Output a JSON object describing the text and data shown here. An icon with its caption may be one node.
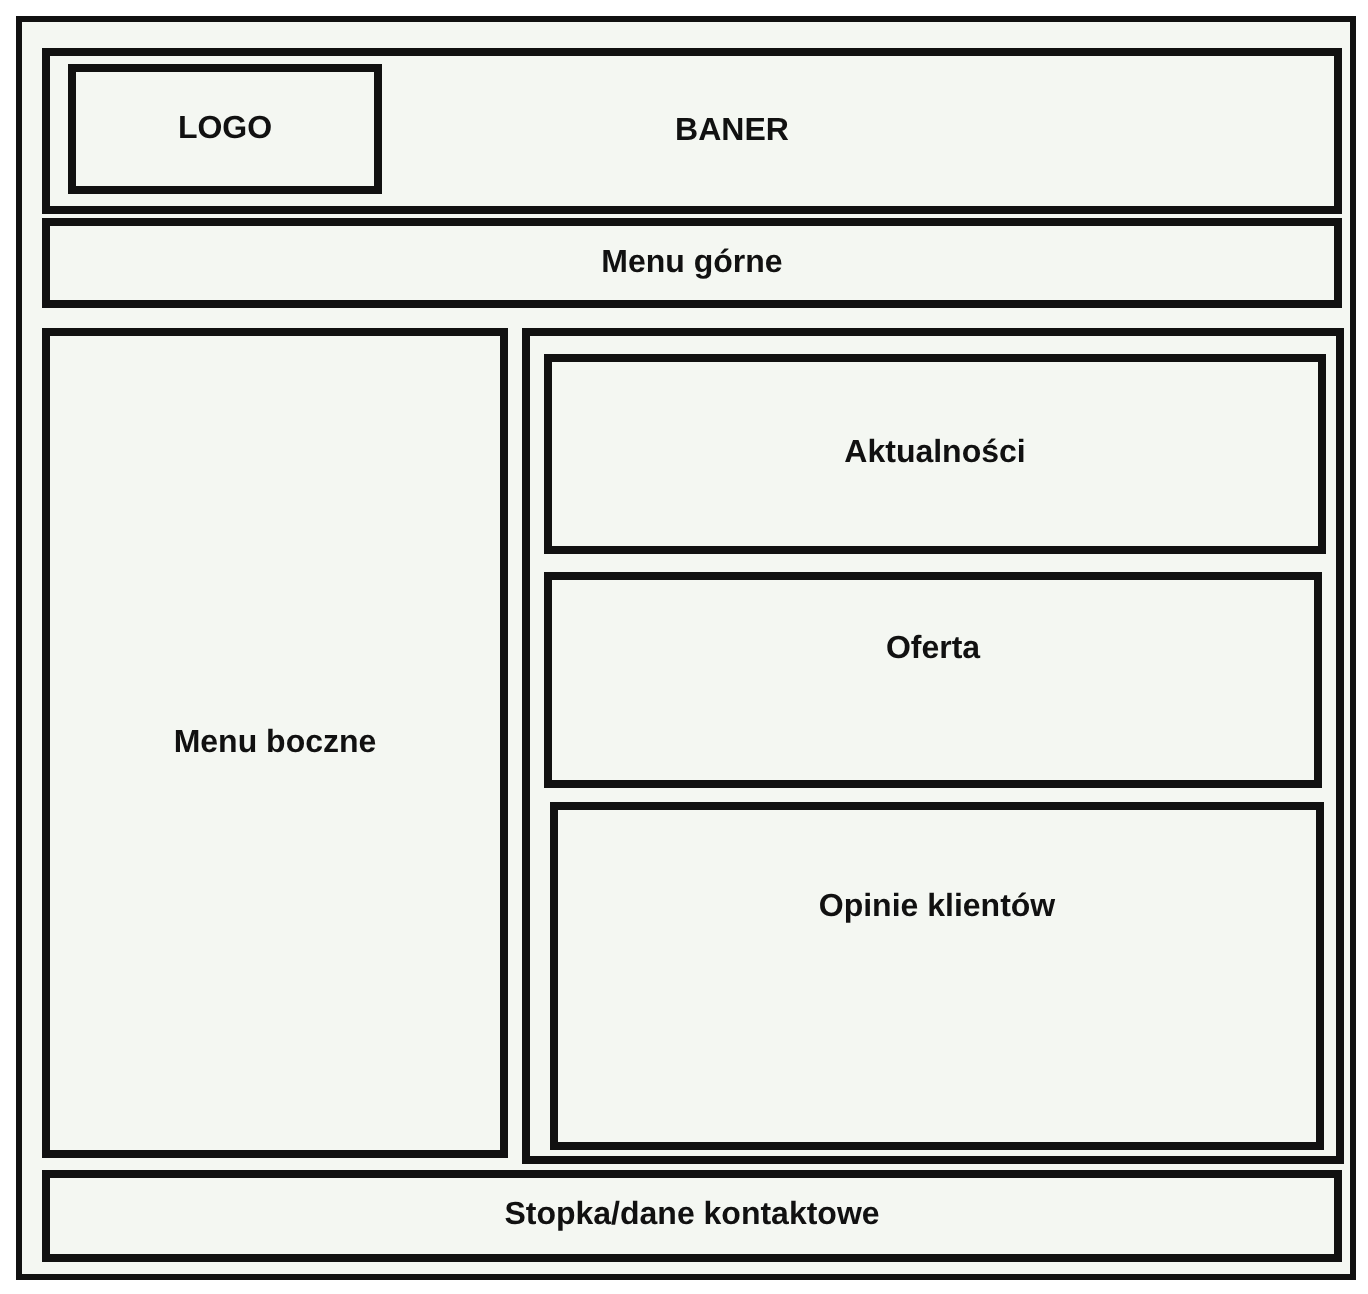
{
  "diagram": {
    "nodes": [
      {
        "text": [],
        "shape": "box"
      },
      {
        "text": [
          "BANER"
        ],
        "in": 0
      },
      {
        "text": [
          "LOGO"
        ],
        "in": 1
      },
      {
        "text": [
          "Menu górne"
        ],
        "in": 0
      },
      {
        "text": [
          "Menu boczne"
        ],
        "in": 0
      },
      {
        "text": [],
        "shape": "box",
        "in": 0
      },
      {
        "text": [
          "Aktualności"
        ],
        "in": 5
      },
      {
        "text": [
          "Oferta"
        ],
        "in": 5
      },
      {
        "text": [
          "Opinie klientów"
        ],
        "in": 5
      },
      {
        "text": [
          "Stopka/dane kontaktowe"
        ],
        "in": 0
      }
    ]
  }
}
